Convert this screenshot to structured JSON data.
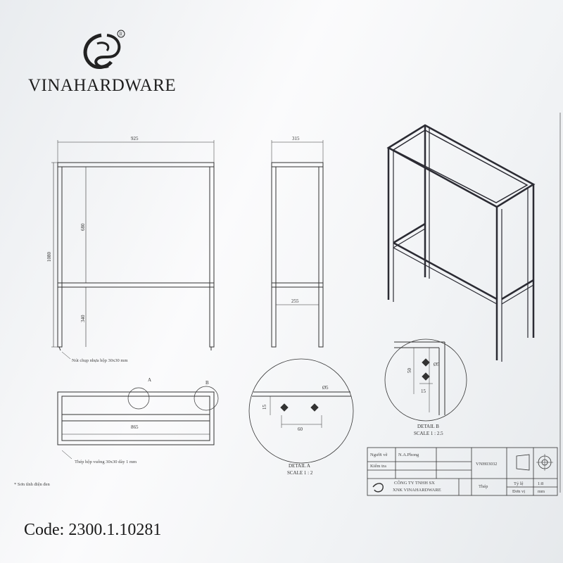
{
  "brand": {
    "name": "VINAHARDWARE",
    "registered_mark": "R"
  },
  "dimensions": {
    "front_width": "925",
    "front_height": "1080",
    "front_upper": "680",
    "front_lower": "340",
    "side_width": "315",
    "side_inner": "255",
    "top_inner": "865"
  },
  "labels": {
    "detail_a_callout": "A",
    "detail_b_callout": "B",
    "cap_note": "Nút chụp nhựa hộp 30x30 mm",
    "tube_note": "Thép hộp vuông 30x30 dày 1 mm",
    "paint_note": "* Sơn tĩnh điện đen"
  },
  "detail_a": {
    "title": "DETAIL A",
    "scale": "SCALE 1 : 2",
    "dim_hole": "Ø5",
    "dim_15": "15",
    "dim_60": "60"
  },
  "detail_b": {
    "title": "DETAIL B",
    "scale": "SCALE 1 : 2.5",
    "dim_hole": "Ø5",
    "dim_50": "50",
    "dim_15": "15"
  },
  "title_block": {
    "drawn_by_label": "Người vẽ",
    "drawn_by": "N.A.Phong",
    "checked_label": "Kiểm tra",
    "drawing_no": "VNH03032",
    "company_line1": "CÔNG TY TNHH SX",
    "company_line2": "XNK VINAHARDWARE",
    "material": "Thép",
    "scale_label": "Tỷ lệ",
    "scale_value": "1:8",
    "unit_label": "Đơn vị",
    "unit_value": "mm"
  },
  "product_code": "Code: 2300.1.10281"
}
